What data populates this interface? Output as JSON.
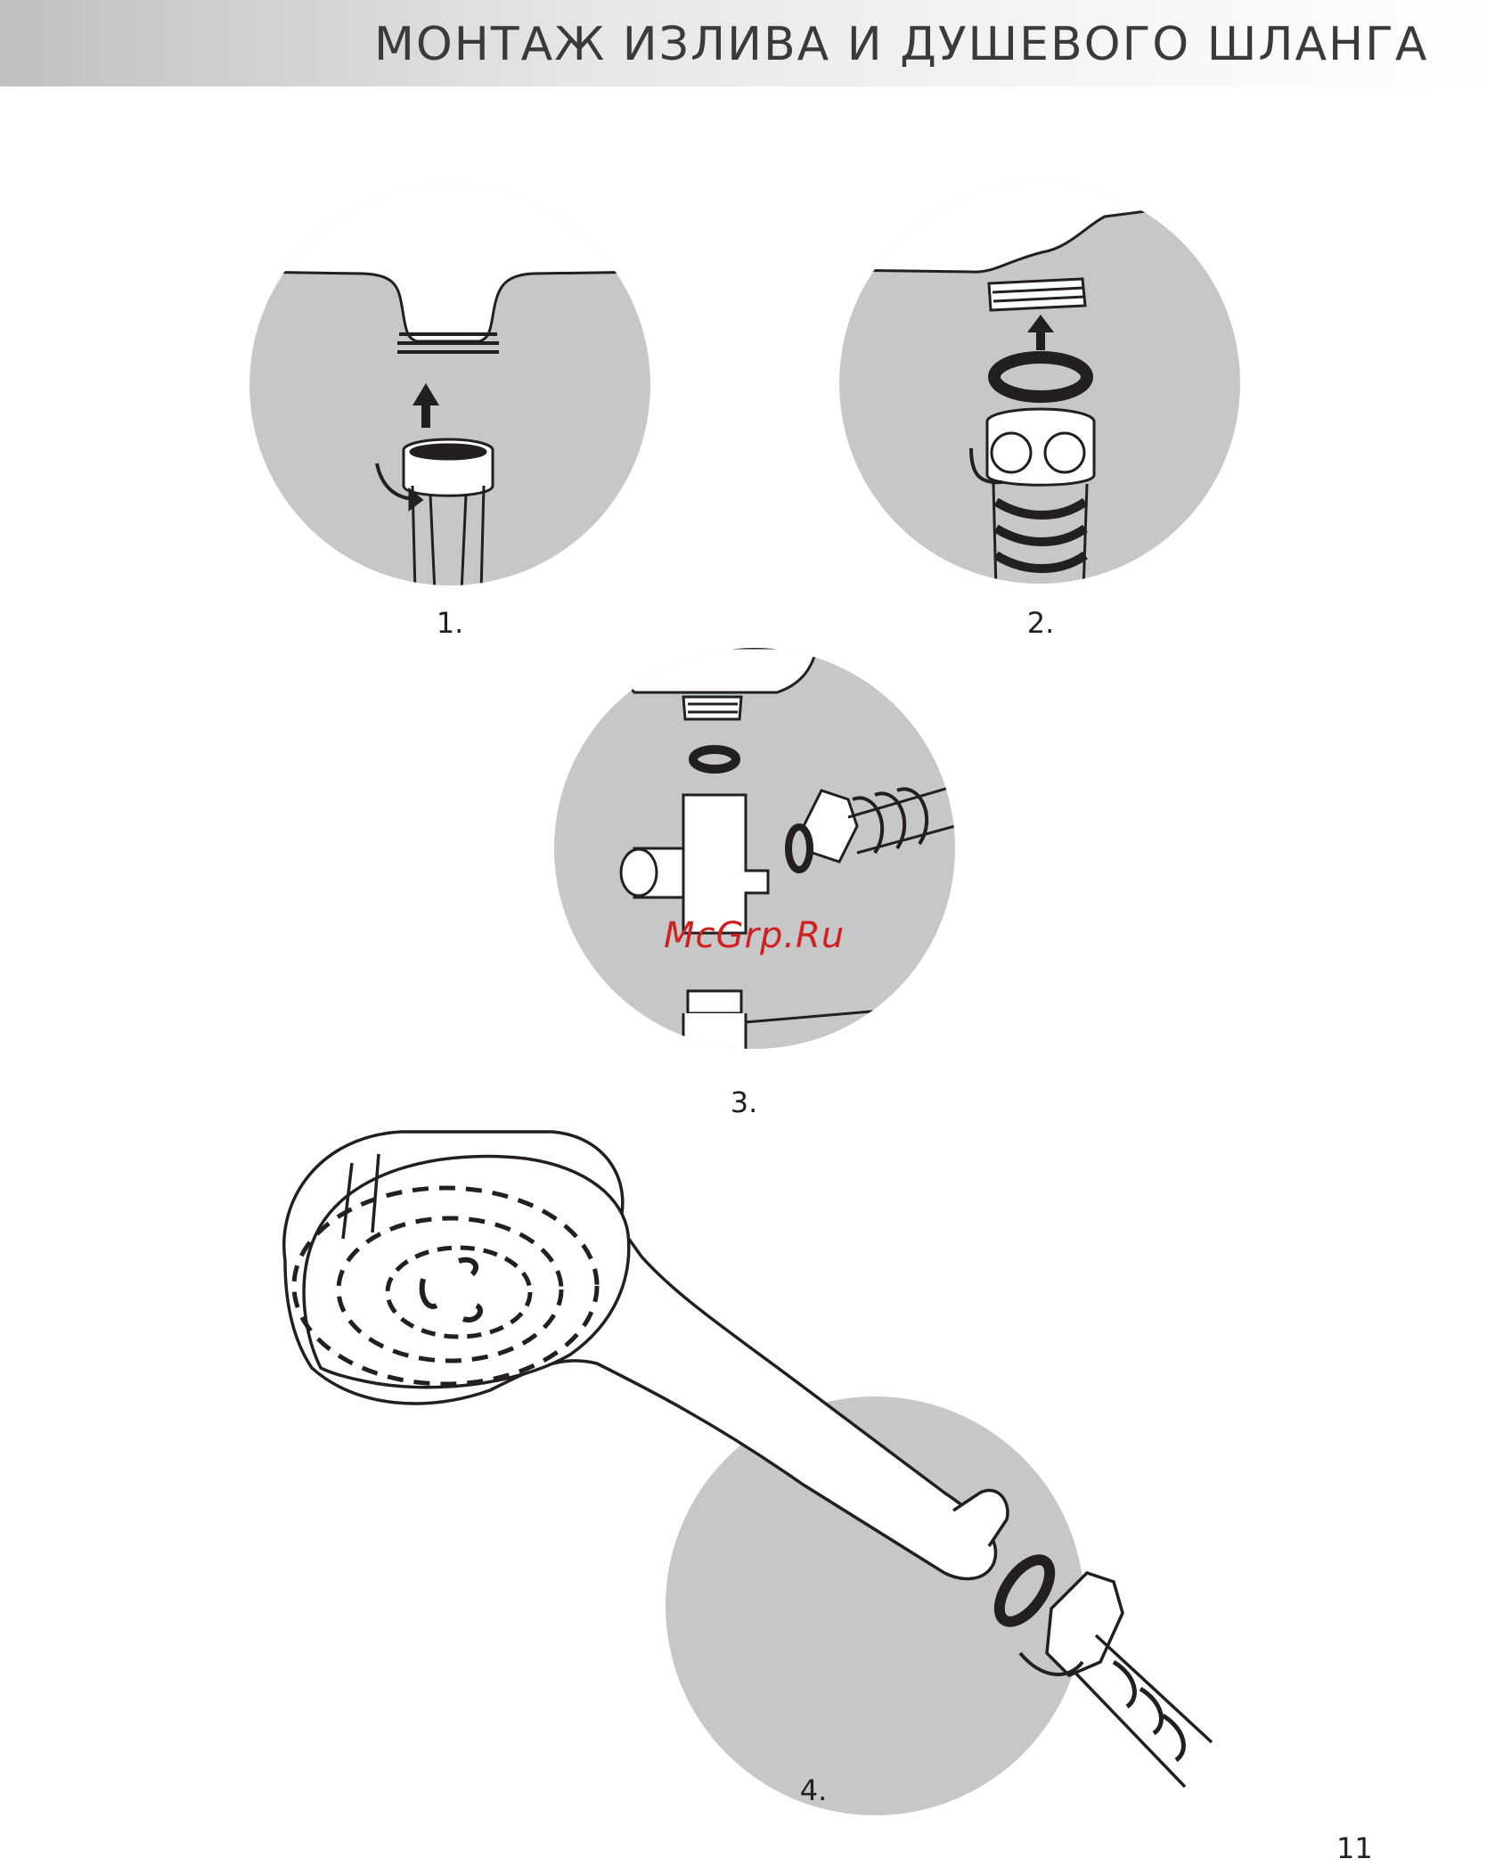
{
  "header": {
    "title": "МОНТАЖ ИЗЛИВА И ДУШЕВОГО ШЛАНГА"
  },
  "steps": [
    {
      "label": "1."
    },
    {
      "label": "2."
    },
    {
      "label": "3."
    },
    {
      "label": "4."
    }
  ],
  "watermark": "McGrp.Ru",
  "page_number": "11",
  "colors": {
    "circle_fill": "#c6c7c9",
    "line": "#231f20",
    "watermark": "#d21f1f"
  }
}
